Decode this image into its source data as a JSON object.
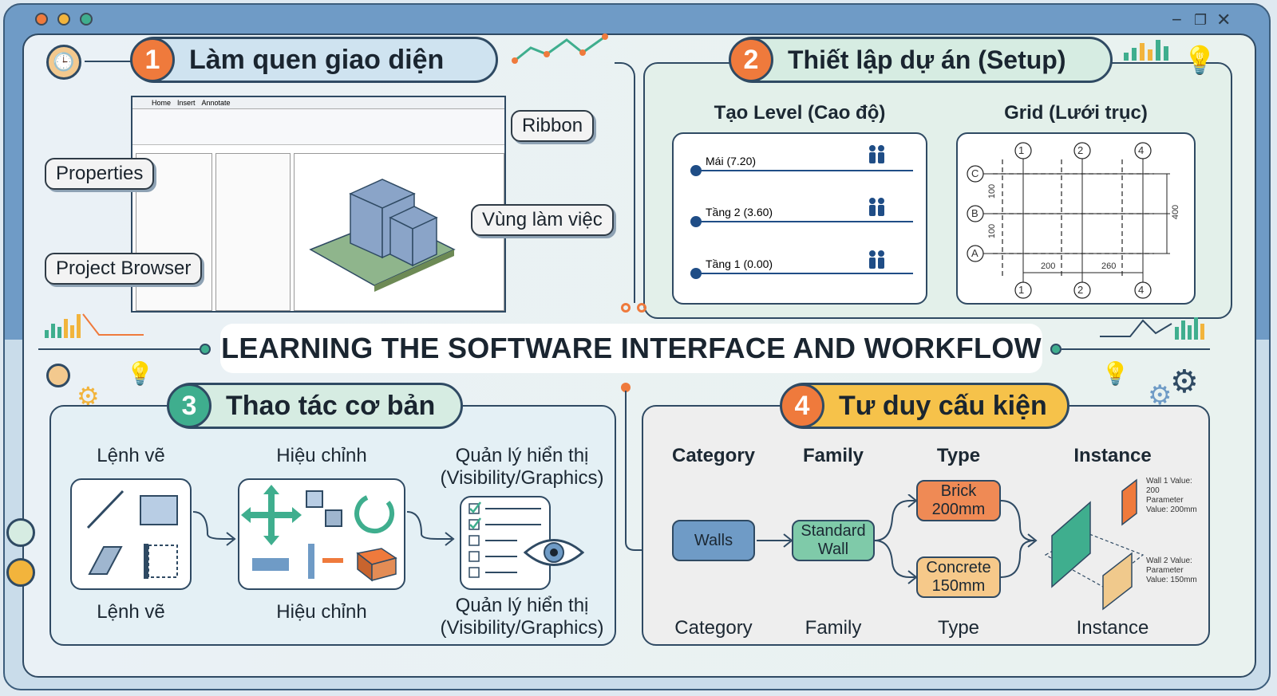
{
  "title": "LEARNING THE SOFTWARE INTERFACE AND WORKFLOW",
  "colors": {
    "orange": "#ef7a3c",
    "teal": "#3fae8e",
    "blue_panel": "#6f9bc6"
  },
  "section1": {
    "number": "1",
    "heading": "Làm quen giao diện",
    "callouts": {
      "ribbon": "Ribbon",
      "properties": "Properties",
      "workspace": "Vùng làm việc",
      "project_browser": "Project Browser"
    },
    "ribbon_tabs": [
      "Home",
      "Insert",
      "Annotate"
    ]
  },
  "section2": {
    "number": "2",
    "heading": "Thiết lập dự án (Setup)",
    "level_title": "Tạo Level (Cao độ)",
    "levels": [
      "Mái (7.20)",
      "Tầng 2 (3.60)",
      "Tầng 1 (0.00)"
    ],
    "grid_title": "Grid (Lưới trục)",
    "grid_cols": [
      "1",
      "2",
      "4"
    ],
    "grid_rows": [
      "C",
      "B",
      "A"
    ],
    "grid_dims": {
      "left_top": "100",
      "left_bottom": "100",
      "right": "400",
      "bottom_a": "200",
      "bottom_b": "260"
    }
  },
  "section3": {
    "number": "3",
    "heading": "Thao tác cơ bản",
    "col1": "Lệnh vẽ",
    "col2": "Hiệu chỉnh",
    "col3_line1": "Quản lý hiển thị",
    "col3_line2": "(Visibility/Graphics)"
  },
  "section4": {
    "number": "4",
    "heading": "Tư duy cấu kiện",
    "headers": [
      "Category",
      "Family",
      "Type",
      "Instance"
    ],
    "walls": "Walls",
    "family": "Standard Wall",
    "type_a": "Brick 200mm",
    "type_b": "Concrete 150mm",
    "wall1": "Wall 1 Value: 200 Parameter Value: 200mm",
    "wall2": "Wall 2 Value: Parameter Value: 150mm"
  }
}
